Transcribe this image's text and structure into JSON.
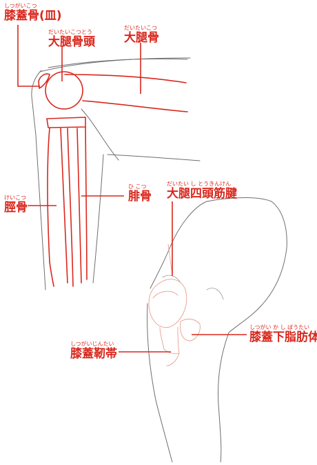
{
  "labels": {
    "patella": {
      "reading": "しつがいこつ",
      "name": "膝蓋骨(皿)"
    },
    "femoral_head": {
      "reading": "だいたいこつとう",
      "name": "大腿骨頭"
    },
    "femur": {
      "reading": "だいたいこつ",
      "name": "大腿骨"
    },
    "fibula": {
      "reading": "ひ こつ",
      "name": "腓骨"
    },
    "tibia": {
      "reading": "けいこつ",
      "name": "脛骨"
    },
    "quadriceps_tendon": {
      "reading": "だいたい し とうきんけん",
      "name": "大腿四頭筋腱"
    },
    "infrapatellar_fat_pad": {
      "reading": "しつがい か し ぼうたい",
      "name": "膝蓋下脂肪体"
    },
    "patellar_ligament": {
      "reading": "しつがいじんたい",
      "name": "膝蓋靭帯"
    }
  },
  "colors": {
    "accent": "#d9261c",
    "sketch": "#6e6e6e",
    "soft": "#e8a08e",
    "background": "#ffffff"
  }
}
